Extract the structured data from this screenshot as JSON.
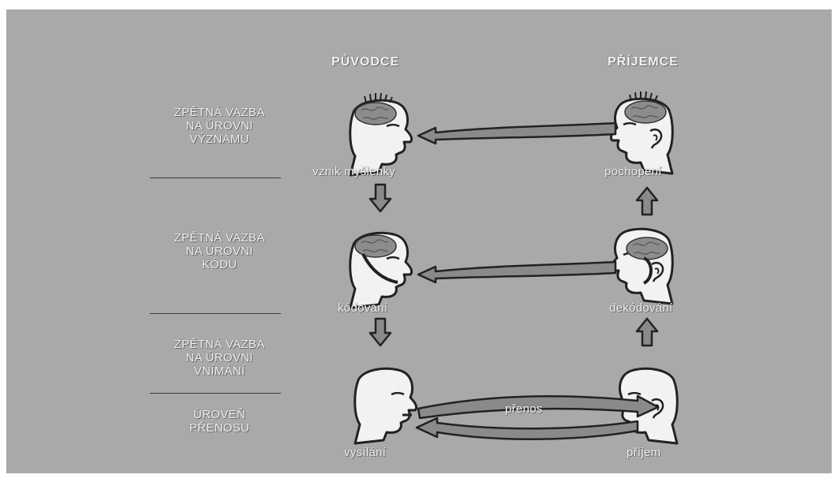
{
  "columns": {
    "sender": "PŮVODCE",
    "receiver": "PŘÍJEMCE"
  },
  "levels": [
    {
      "lines": [
        "ZPĚTNÁ VAZBA",
        "NA ÚROVNI",
        "VÝZNAMU"
      ],
      "sender_caption": "vznik myšlenky",
      "receiver_caption": "pochopení"
    },
    {
      "lines": [
        "ZPĚTNÁ VAZBA",
        "NA ÚROVNI",
        "KÓDU"
      ],
      "sender_caption": "kódování",
      "receiver_caption": "dekódování"
    },
    {
      "lines": [
        "ZPĚTNÁ VAZBA",
        "NA ÚROVNI",
        "VNÍMÁNÍ"
      ]
    },
    {
      "lines": [
        "ÚROVEŇ",
        "PŘENOSU"
      ],
      "sender_caption": "vysílání",
      "receiver_caption": "příjem"
    }
  ],
  "transmission_label": "přenos",
  "colors": {
    "background": "#a9a9a9",
    "text": "#f4f4f4",
    "outline": "#222222",
    "arrow_fill": "#8a8a8a",
    "face": "#f2f2f2"
  },
  "icons": [
    "head-profile-icon",
    "brain-icon",
    "ear-icon",
    "mouth-icon",
    "down-arrow-icon",
    "up-arrow-icon"
  ]
}
